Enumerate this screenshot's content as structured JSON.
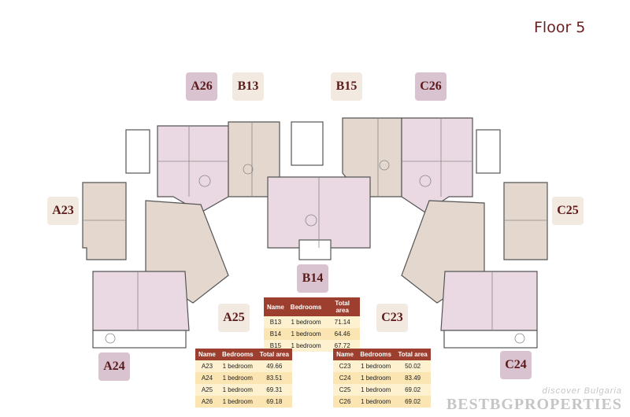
{
  "title": "Floor 5",
  "labels": {
    "A26": "A26",
    "B13": "B13",
    "B15": "B15",
    "C26": "C26",
    "A23": "A23",
    "C25": "C25",
    "B14": "B14",
    "A25": "A25",
    "C23": "C23",
    "A24": "A24",
    "C24": "C24"
  },
  "colors": {
    "pink": "#d9c3d0",
    "beige": "#f2e9e0",
    "header": "#9c3f2e",
    "label_text": "#5a1a1a"
  },
  "tables": {
    "headers": [
      "Name",
      "Bedrooms",
      "Total area"
    ],
    "B": [
      [
        "B13",
        "1 bedroom",
        "71.14"
      ],
      [
        "B14",
        "1 bedroom",
        "64.46"
      ],
      [
        "B15",
        "1 bedroom",
        "67.72"
      ]
    ],
    "A": [
      [
        "A23",
        "1 bedroom",
        "49.66"
      ],
      [
        "A24",
        "1 bedroom",
        "83.51"
      ],
      [
        "A25",
        "1 bedroom",
        "69.31"
      ],
      [
        "A26",
        "1 bedroom",
        "69.18"
      ]
    ],
    "C": [
      [
        "C23",
        "1 bedroom",
        "50.02"
      ],
      [
        "C24",
        "1 bedroom",
        "83.49"
      ],
      [
        "C25",
        "1 bedroom",
        "69.02"
      ],
      [
        "C26",
        "1 bedroom",
        "69.02"
      ]
    ]
  },
  "watermark": {
    "line1": "discover Bulgaria",
    "line2": "BESTBGPROPERTIES"
  }
}
